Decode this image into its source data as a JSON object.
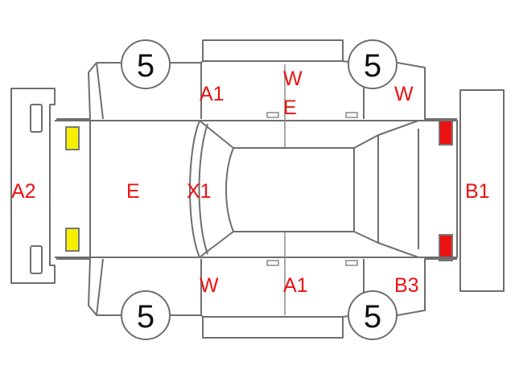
{
  "colors": {
    "label": "#ee1111",
    "outline": "#6e6e6e",
    "lamp_front": "#f5f000",
    "lamp_rear": "#ee1111"
  },
  "labels": {
    "front_bumper": "A2",
    "hood": "E",
    "windshield": "X1",
    "left_front_fender": "A1",
    "left_front_door_top": "W",
    "left_rear_door": "E",
    "left_rear_quarter": "W",
    "rear_bumper": "B1",
    "right_front_fender": "W",
    "right_rear_door": "A1",
    "right_rear_quarter": "B3"
  },
  "tires": {
    "front_left": "5",
    "rear_left": "5",
    "front_right": "5",
    "rear_right": "5"
  }
}
